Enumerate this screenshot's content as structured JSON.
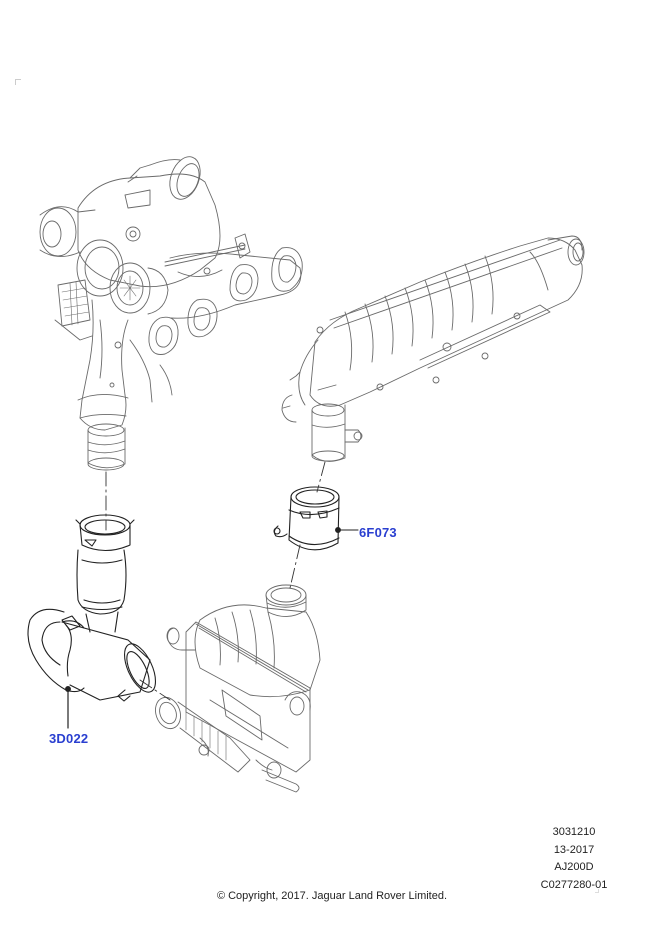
{
  "diagram": {
    "type": "exploded parts illustration",
    "subject": "Turbocharger to intercooler to intake manifold air ducts",
    "components": [
      {
        "name": "turbocharger-exhaust-manifold",
        "labeled": false
      },
      {
        "name": "intake-manifold",
        "labeled": false
      },
      {
        "name": "intercooler",
        "labeled": false
      },
      {
        "name": "turbo-outlet-duct",
        "callout": "3D022"
      },
      {
        "name": "intercooler-outlet-connector",
        "callout": "6F073"
      }
    ]
  },
  "callouts": {
    "duct": "3D022",
    "connector": "6F073"
  },
  "info_block": {
    "line1": "3031210",
    "line2": "13-2017",
    "line3": "AJ200D",
    "line4": "C0277280-01"
  },
  "copyright": "© Copyright, 2017. Jaguar Land Rover Limited.",
  "colors": {
    "callout_text": "#2a3fd0",
    "line_art": "#555555",
    "line_art_bold": "#222222",
    "background": "#ffffff"
  }
}
